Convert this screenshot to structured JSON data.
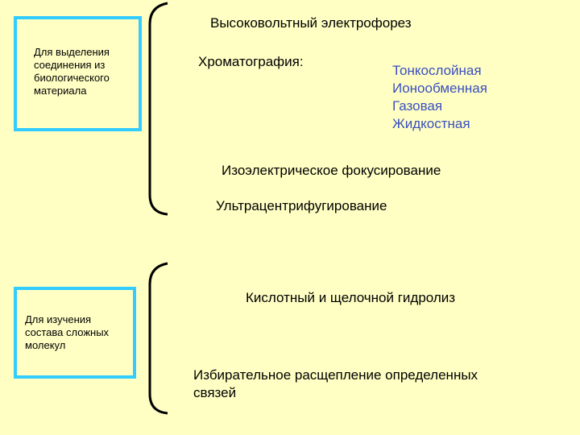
{
  "top_group": {
    "box_label": "Для выделения\nсоединения из\nбиологического\nматериала",
    "items": [
      "Высоковольтный электрофорез",
      "Хроматография:",
      "Изоэлектрическое фокусирование",
      "Ультрацентрифугирование"
    ],
    "chromatography_types": [
      "Тонкослойная",
      "Ионообменная",
      "Газовая",
      "Жидкостная"
    ]
  },
  "bottom_group": {
    "box_label": "Для изучения\nсостава сложных\nмолекул",
    "items": [
      "Кислотный и щелочной гидролиз",
      "Избирательное расщепление определенных\nсвязей"
    ]
  },
  "colors": {
    "background": "#ffffc4",
    "box_border": "#33ccff",
    "list_text": "#3a4fbf"
  }
}
